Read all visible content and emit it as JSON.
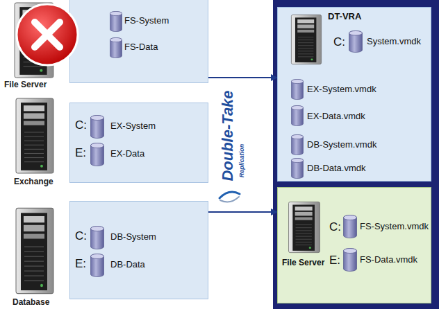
{
  "diagram": {
    "nodes": [
      {
        "text": [
          "FS-System",
          "FS-Data"
        ]
      },
      {
        "text": [
          "C:",
          "EX-System",
          "E:",
          "EX-Data"
        ]
      },
      {
        "text": [
          "C:",
          "DB-System",
          "E:",
          "DB-Data"
        ]
      },
      {
        "text": [
          "DT-VRA",
          "C:",
          "System.vmdk",
          "EX-System.vmdk",
          "EX-Data.vmdk",
          "DB-System.vmdk",
          "DB-Data.vmdk"
        ]
      },
      {
        "text": [
          "File Server",
          "C:",
          "FS-System.vmdk",
          "E:",
          "FS-Data.vmdk"
        ]
      }
    ],
    "edges": [
      {
        "from": 0,
        "to": 3,
        "arrow": "to"
      },
      {
        "from": 2,
        "to": 4,
        "arrow": "to"
      }
    ],
    "labels": [
      "File Server",
      "Exchange",
      "Database",
      "Double-Take",
      "Replication"
    ]
  }
}
